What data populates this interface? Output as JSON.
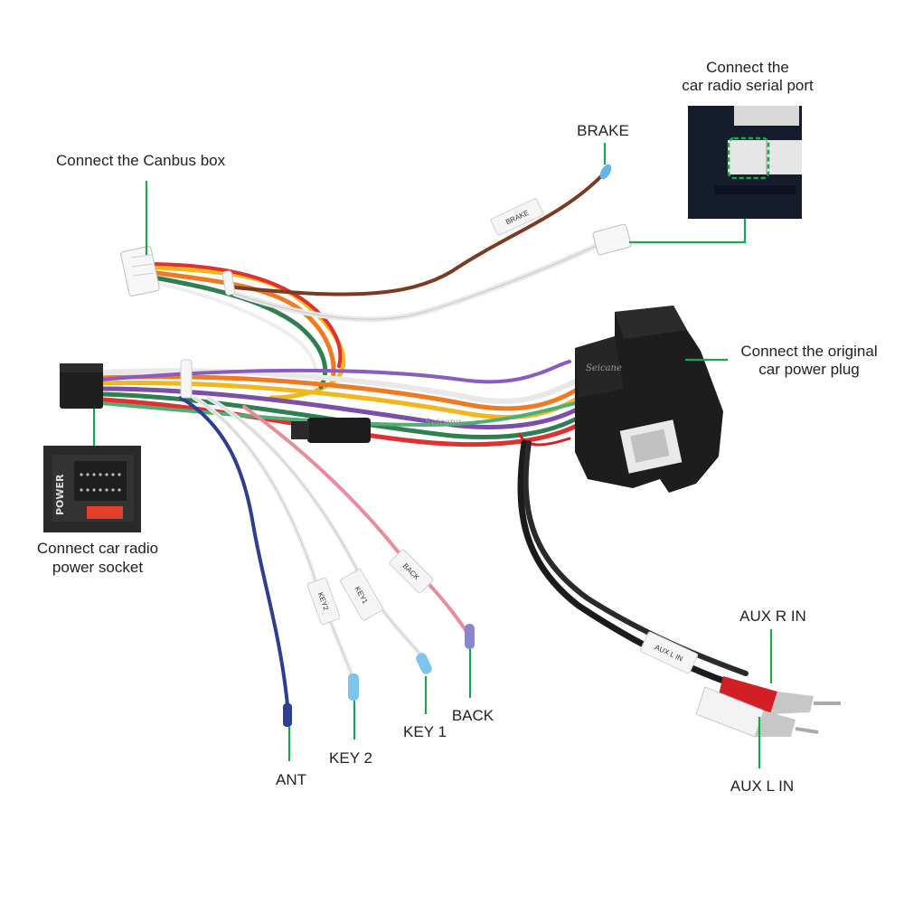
{
  "labels": {
    "canbus": "Connect  the Canbus box",
    "serial_line1": "Connect the",
    "serial_line2": "car radio serial port",
    "brake": "BRAKE",
    "original_line1": "Connect  the original",
    "original_line2": "car power plug",
    "socket_line1": "Connect car radio",
    "socket_line2": "power socket",
    "ant": "ANT",
    "key2": "KEY 2",
    "key1": "KEY 1",
    "back": "BACK",
    "aux_r": "AUX R IN",
    "aux_l": "AUX L IN"
  },
  "wire_tags": {
    "brake": "BRAKE",
    "key2": "KEY2",
    "key1": "KEY1",
    "back": "BACK",
    "aux_l": "AUX L IN"
  },
  "socket_panel_text": "POWER",
  "watermarks": [
    "Seicane",
    "Seicane"
  ],
  "colors": {
    "leader_line": "#1aa64a",
    "wire_brown": "#7a3b22",
    "wire_white": "#f2f2f2",
    "wire_blue": "#2e3f8f",
    "wire_pink": "#e98b9b",
    "wire_red": "#d42020",
    "wire_yellow": "#f0b81e",
    "wire_green": "#2f7f52",
    "wire_purple": "#7b4ea8",
    "wire_orange": "#f07a22",
    "connector_black": "#1c1c1c"
  }
}
